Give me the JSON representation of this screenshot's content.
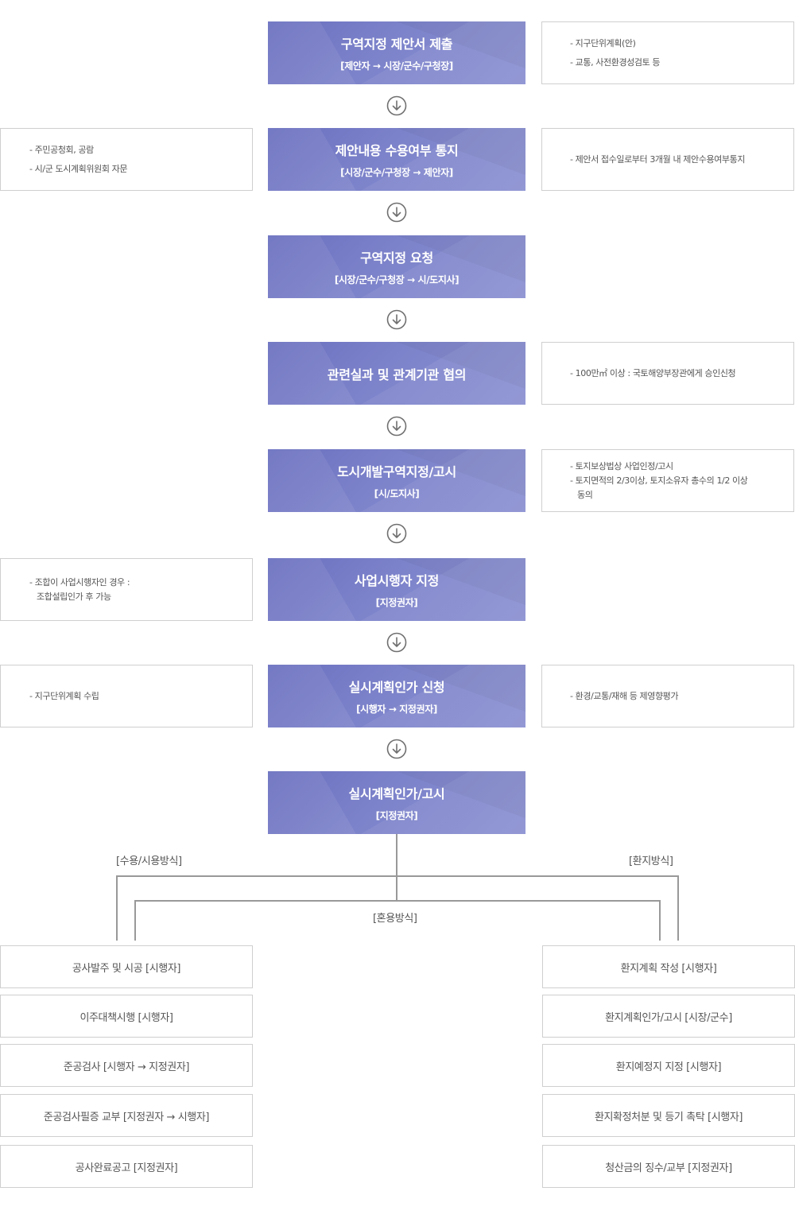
{
  "steps": [
    {
      "title": "구역지정 제안서 제출",
      "sub": "[제안자 → 시장/군수/구청장]"
    },
    {
      "title": "제안내용 수용여부 통지",
      "sub": "[시장/군수/구청장 → 제안자]"
    },
    {
      "title": "구역지정 요청",
      "sub": "[시장/군수/구청장 → 시/도지사]"
    },
    {
      "title": "관련실과 및 관계기관 협의",
      "sub": ""
    },
    {
      "title": "도시개발구역지정/고시",
      "sub": "[시/도지사]"
    },
    {
      "title": "사업시행자 지정",
      "sub": "[지정권자]"
    },
    {
      "title": "실시계획인가 신청",
      "sub": "[시행자 → 지정권자]"
    },
    {
      "title": "실시계획인가/고시",
      "sub": "[지정권자]"
    }
  ],
  "right_notes": {
    "n1": [
      "- 지구단위계획(안)",
      "- 교통, 사전환경성검토 등"
    ],
    "n2": [
      "- 제안서 접수일로부터 3개월 내 제안수용여부통지"
    ],
    "n4": [
      "- 100만㎡ 이상 : 국토해양부장관에게 승인신청"
    ],
    "n5": [
      "- 토지보상법상 사업인정/고시",
      "- 토지면적의 2/3이상, 토지소유자 총수의 1/2 이상",
      "동의"
    ],
    "n7": [
      "- 환경/교통/재해 등 제영향평가"
    ]
  },
  "left_notes": {
    "n2": [
      "- 주민공청회, 공람",
      "- 시/군 도시계획위원회 자문"
    ],
    "n6": [
      "- 조합이 사업시행자인 경우 :",
      "조합설립인가 후 가능"
    ],
    "n7": [
      "- 지구단위계획 수립"
    ]
  },
  "branch_labels": {
    "left": "[수용/시용방식]",
    "right": "[환지방식]",
    "mixed": "[혼용방식]"
  },
  "left_list": [
    "공사발주 및 시공 [시행자]",
    "이주대책시행 [시행자]",
    "준공검사 [시행자 → 지정권자]",
    "준공검사필증 교부 [지정권자 → 시행자]",
    "공사완료공고 [지정권자]"
  ],
  "right_list": [
    "환지계획 작성 [시행자]",
    "환지계획인가/고시 [시장/군수]",
    "환지예정지 지정 [시행자]",
    "환지확정처분 및 등기 촉탁 [시행자]",
    "청산금의 징수/교부 [지정권자]"
  ],
  "icons": {
    "arrow": "arrow-down-circle-icon"
  },
  "colors": {
    "step_bg": "#7b80c8",
    "border": "#cfcfcf",
    "line": "#999999"
  }
}
